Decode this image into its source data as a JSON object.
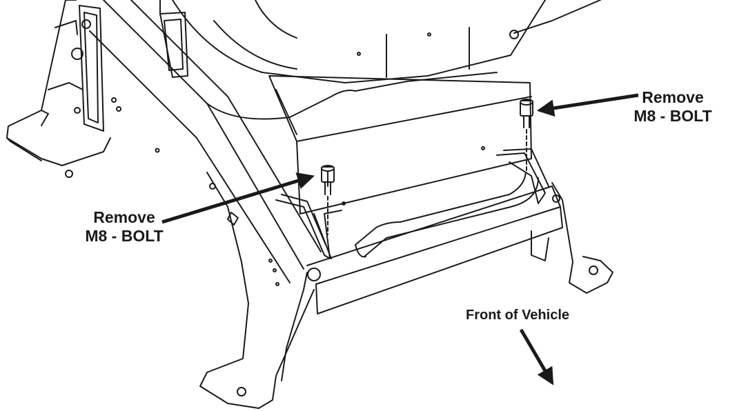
{
  "labels": {
    "left_callout": {
      "line1": "Remove",
      "line2": "M8 - BOLT"
    },
    "right_callout": {
      "line1": "Remove",
      "line2": "M8 - BOLT"
    },
    "direction": "Front of Vehicle"
  },
  "colors": {
    "ink": "#1a1a1a",
    "background": "#ffffff"
  }
}
